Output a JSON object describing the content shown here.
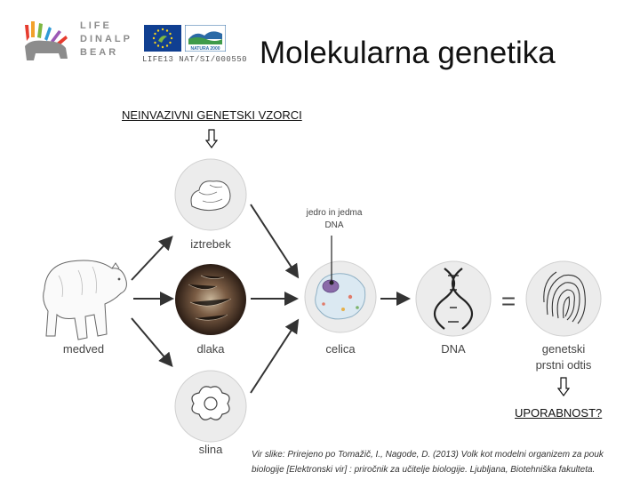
{
  "header": {
    "life_lines": [
      "LIFE",
      "DINALP",
      "BEAR"
    ],
    "logo_code": "LIFE13 NAT/SI/000550",
    "natura_label": "NATURA 2000",
    "title": "Molekularna genetika"
  },
  "diagram": {
    "input_heading": "NEINVAZIVNI GENETSKI VZORCI",
    "source_label": "medved",
    "samples": [
      "iztrebek",
      "dlaka",
      "slina"
    ],
    "cell_label": "celica",
    "nucleus_label_line1": "jedro in jedma",
    "nucleus_label_line2": "DNA",
    "dna_label": "DNA",
    "equals_sign": "=",
    "fingerprint_label_line1": "genetski",
    "fingerprint_label_line2": "prstni odtis",
    "question": "UPORABNOST?"
  },
  "credit": {
    "text": "Vir slike: Prirejeno po Tomažič, I., Nagode, D. (2013) Volk kot modelni organizem za pouk biologije [Elektronski vir] : priročnik za učitelje biologije. Ljubljana, Biotehniška fakulteta."
  },
  "colors": {
    "eu_blue": "#103f91",
    "arrow": "#333333",
    "circle_fill": "#ececec",
    "hands": [
      "#e63b2e",
      "#f2a12b",
      "#7db742",
      "#2f9ad6",
      "#9b59b6"
    ]
  }
}
